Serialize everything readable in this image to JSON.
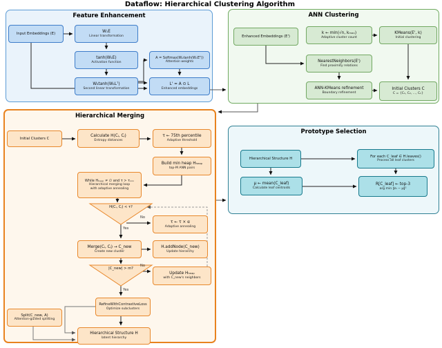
{
  "title": "Dataflow: Hierarchical Clustering Algorithm",
  "labels": {
    "yes": "Yes",
    "no": "No"
  },
  "colors": {
    "blue_section_bg": "#EAF3FB",
    "blue_section_border": "#5B9BD5",
    "blue_node_bg": "#C2DCF5",
    "blue_node_border": "#3D7CC9",
    "green_section_bg": "#F1F9F0",
    "green_section_border": "#6FA95F",
    "green_node_bg": "#D7EAD3",
    "green_node_border": "#72A862",
    "orange_section_bg": "#FEF7ED",
    "orange_section_border": "#E8821E",
    "orange_node_bg": "#FDE5C8",
    "orange_node_border": "#E8872A",
    "cyan_section_bg": "#EDF7FA",
    "cyan_section_border": "#2E7F93",
    "cyan_node_bg": "#ACE0E8",
    "cyan_node_border": "#17798C"
  },
  "sections": {
    "fe": {
      "title": "Feature Enhancement",
      "nodes": {
        "input": {
          "l1": "Input Embeddings (E)"
        },
        "w1e": {
          "l1": "W₁E",
          "l2": "Linear transformation"
        },
        "tanh": {
          "l1": "tanh(W₁E)",
          "l2": "Activation function"
        },
        "w2": {
          "l1": "W₂tanh(W₁Lᵀ)",
          "l2": "Second linear transformation"
        },
        "soft": {
          "l1": "A = Softmax(W₂tanh(W₁Eᵀ))",
          "l2": "Attention weights"
        },
        "lprime": {
          "l1": "L' = A ⊙ L",
          "l2": "Enhanced embeddings"
        }
      }
    },
    "ann": {
      "title": "ANN Clustering",
      "nodes": {
        "enh": {
          "l1": "Enhanced Embeddings (E')"
        },
        "k": {
          "l1": "k ← min(√n, kₘₐₓ)",
          "l2": "Adaptive cluster count"
        },
        "kmeans": {
          "l1": "KMeans(E', k)",
          "l2": "Initial clustering"
        },
        "nn": {
          "l1": "NearestNeighbors(E')",
          "l2": "Find proximity relations"
        },
        "ref": {
          "l1": "ANN-KMeans refinement",
          "l2": "Boundary refinement"
        },
        "init": {
          "l1": "Initial Clusters C",
          "l2": "C = {C₁, C₂, ..., Cₖ}"
        }
      }
    },
    "hm": {
      "title": "Hierarchical Merging",
      "nodes": {
        "init": {
          "l1": "Initial Clusters C"
        },
        "calc": {
          "l1": "Calculate H(Cᵢ, Cⱼ)",
          "l2": "Entropy distances"
        },
        "tau": {
          "l1": "τ ← 75th percentile",
          "l2": "Adaptive threshold"
        },
        "heap": {
          "l1": "Build min heap Hₕₑₐₚ",
          "l2": "top-M ANN pairs"
        },
        "while": {
          "l1": "While Hₕₑₐₚ ≠ ∅ and τ > τₘᵢₙ",
          "l2": "Hierarchical merging loop",
          "l3": "with adaptive annealing"
        },
        "dec1": {
          "l1": "H(Cᵢ, Cⱼ) < τ?"
        },
        "anneal": {
          "l1": "τ ← τ × α",
          "l2": "Adaptive annealing"
        },
        "merge": {
          "l1": "Merge(Cᵢ, Cⱼ) → C_new",
          "l2": "Create new cluster"
        },
        "add": {
          "l1": "H.addNode(C_new)",
          "l2": "Update hierarchy"
        },
        "dec2": {
          "l1": "|C_new| > m?"
        },
        "upd": {
          "l1": "Update Hₕₑₐₚ",
          "l2": "with C_new's neighbors"
        },
        "refine": {
          "l1": "RefineWithContrastiveLoss",
          "l2": "Optimize subclusters"
        },
        "split": {
          "l1": "Split(C_new, A)",
          "l2": "Attention-guided splitting"
        },
        "hier": {
          "l1": "Hierarchical Structure H",
          "l2": "latent hierarchy"
        }
      }
    },
    "ps": {
      "title": "Prototype Selection",
      "nodes": {
        "hier": {
          "l1": "Hierarchical Structure H"
        },
        "foreach": {
          "l1": "For each C_leaf ∈ H.leaves()",
          "l2": "Process all leaf clusters"
        },
        "mu": {
          "l1": "μ ← mean(C_leaf)",
          "l2": "Calculate leaf centroids"
        },
        "rtop": {
          "l1": "R[C_leaf] ← top-3",
          "l2": "arg min ‖eᵢ − μ‖²"
        }
      }
    }
  }
}
